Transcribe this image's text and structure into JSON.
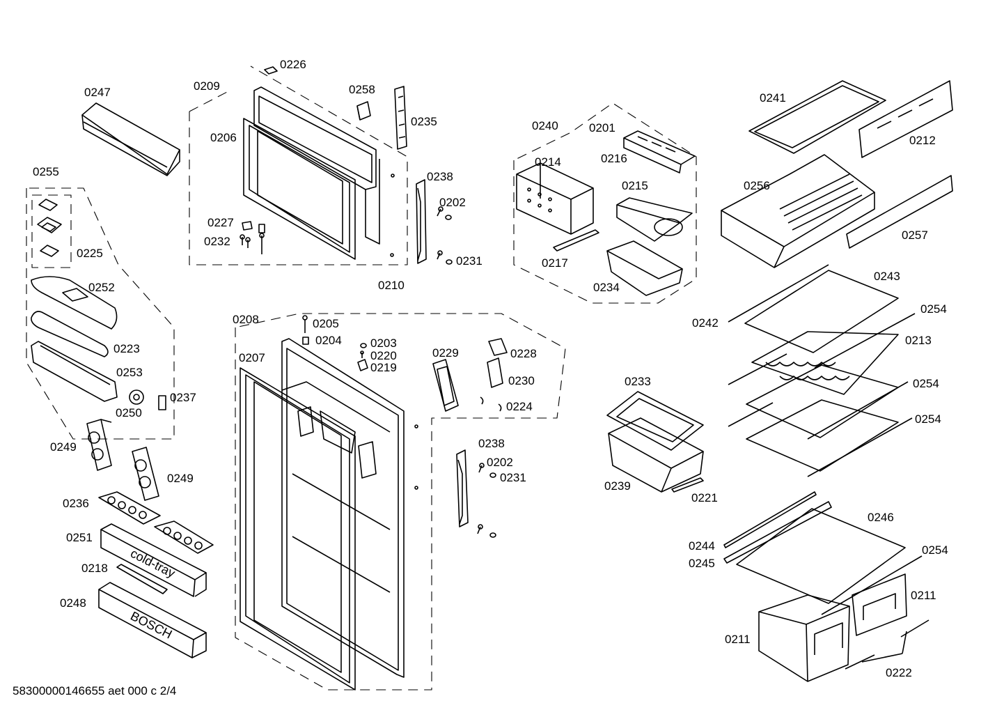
{
  "footer": "58300000146655 aet 000 c 2/4",
  "labels": [
    {
      "id": "0226",
      "text": "0226"
    },
    {
      "id": "0209",
      "text": "0209"
    },
    {
      "id": "0247",
      "text": "0247"
    },
    {
      "id": "0258",
      "text": "0258"
    },
    {
      "id": "0235",
      "text": "0235"
    },
    {
      "id": "0206",
      "text": "0206"
    },
    {
      "id": "0255",
      "text": "0255"
    },
    {
      "id": "0238a",
      "text": "0238"
    },
    {
      "id": "0202a",
      "text": "0202"
    },
    {
      "id": "0227",
      "text": "0227"
    },
    {
      "id": "0232",
      "text": "0232"
    },
    {
      "id": "0225",
      "text": "0225"
    },
    {
      "id": "0231a",
      "text": "0231"
    },
    {
      "id": "0210",
      "text": "0210"
    },
    {
      "id": "0252",
      "text": "0252"
    },
    {
      "id": "0208",
      "text": "0208"
    },
    {
      "id": "0205",
      "text": "0205"
    },
    {
      "id": "0204",
      "text": "0204"
    },
    {
      "id": "0223",
      "text": "0223"
    },
    {
      "id": "0203",
      "text": "0203"
    },
    {
      "id": "0220",
      "text": "0220"
    },
    {
      "id": "0219",
      "text": "0219"
    },
    {
      "id": "0207",
      "text": "0207"
    },
    {
      "id": "0229",
      "text": "0229"
    },
    {
      "id": "0228",
      "text": "0228"
    },
    {
      "id": "0253",
      "text": "0253"
    },
    {
      "id": "0230",
      "text": "0230"
    },
    {
      "id": "0237",
      "text": "0237"
    },
    {
      "id": "0224",
      "text": "0224"
    },
    {
      "id": "0250",
      "text": "0250"
    },
    {
      "id": "0249a",
      "text": "0249"
    },
    {
      "id": "0238b",
      "text": "0238"
    },
    {
      "id": "0202b",
      "text": "0202"
    },
    {
      "id": "0249b",
      "text": "0249"
    },
    {
      "id": "0231b",
      "text": "0231"
    },
    {
      "id": "0236",
      "text": "0236"
    },
    {
      "id": "0251",
      "text": "0251"
    },
    {
      "id": "0218",
      "text": "0218"
    },
    {
      "id": "0248",
      "text": "0248"
    },
    {
      "id": "0240",
      "text": "0240"
    },
    {
      "id": "0201",
      "text": "0201"
    },
    {
      "id": "0214",
      "text": "0214"
    },
    {
      "id": "0216",
      "text": "0216"
    },
    {
      "id": "0215",
      "text": "0215"
    },
    {
      "id": "0217",
      "text": "0217"
    },
    {
      "id": "0234",
      "text": "0234"
    },
    {
      "id": "0233",
      "text": "0233"
    },
    {
      "id": "0239",
      "text": "0239"
    },
    {
      "id": "0221",
      "text": "0221"
    },
    {
      "id": "0241",
      "text": "0241"
    },
    {
      "id": "0212",
      "text": "0212"
    },
    {
      "id": "0256",
      "text": "0256"
    },
    {
      "id": "0257",
      "text": "0257"
    },
    {
      "id": "0243",
      "text": "0243"
    },
    {
      "id": "0242",
      "text": "0242"
    },
    {
      "id": "0254a",
      "text": "0254"
    },
    {
      "id": "0213",
      "text": "0213"
    },
    {
      "id": "0254b",
      "text": "0254"
    },
    {
      "id": "0254c",
      "text": "0254"
    },
    {
      "id": "0246",
      "text": "0246"
    },
    {
      "id": "0244",
      "text": "0244"
    },
    {
      "id": "0254d",
      "text": "0254"
    },
    {
      "id": "0245",
      "text": "0245"
    },
    {
      "id": "0211a",
      "text": "0211"
    },
    {
      "id": "0211b",
      "text": "0211"
    },
    {
      "id": "0222",
      "text": "0222"
    }
  ],
  "part_texts": {
    "cold_tray": "cold-tray",
    "bosch": "BOSCH"
  }
}
